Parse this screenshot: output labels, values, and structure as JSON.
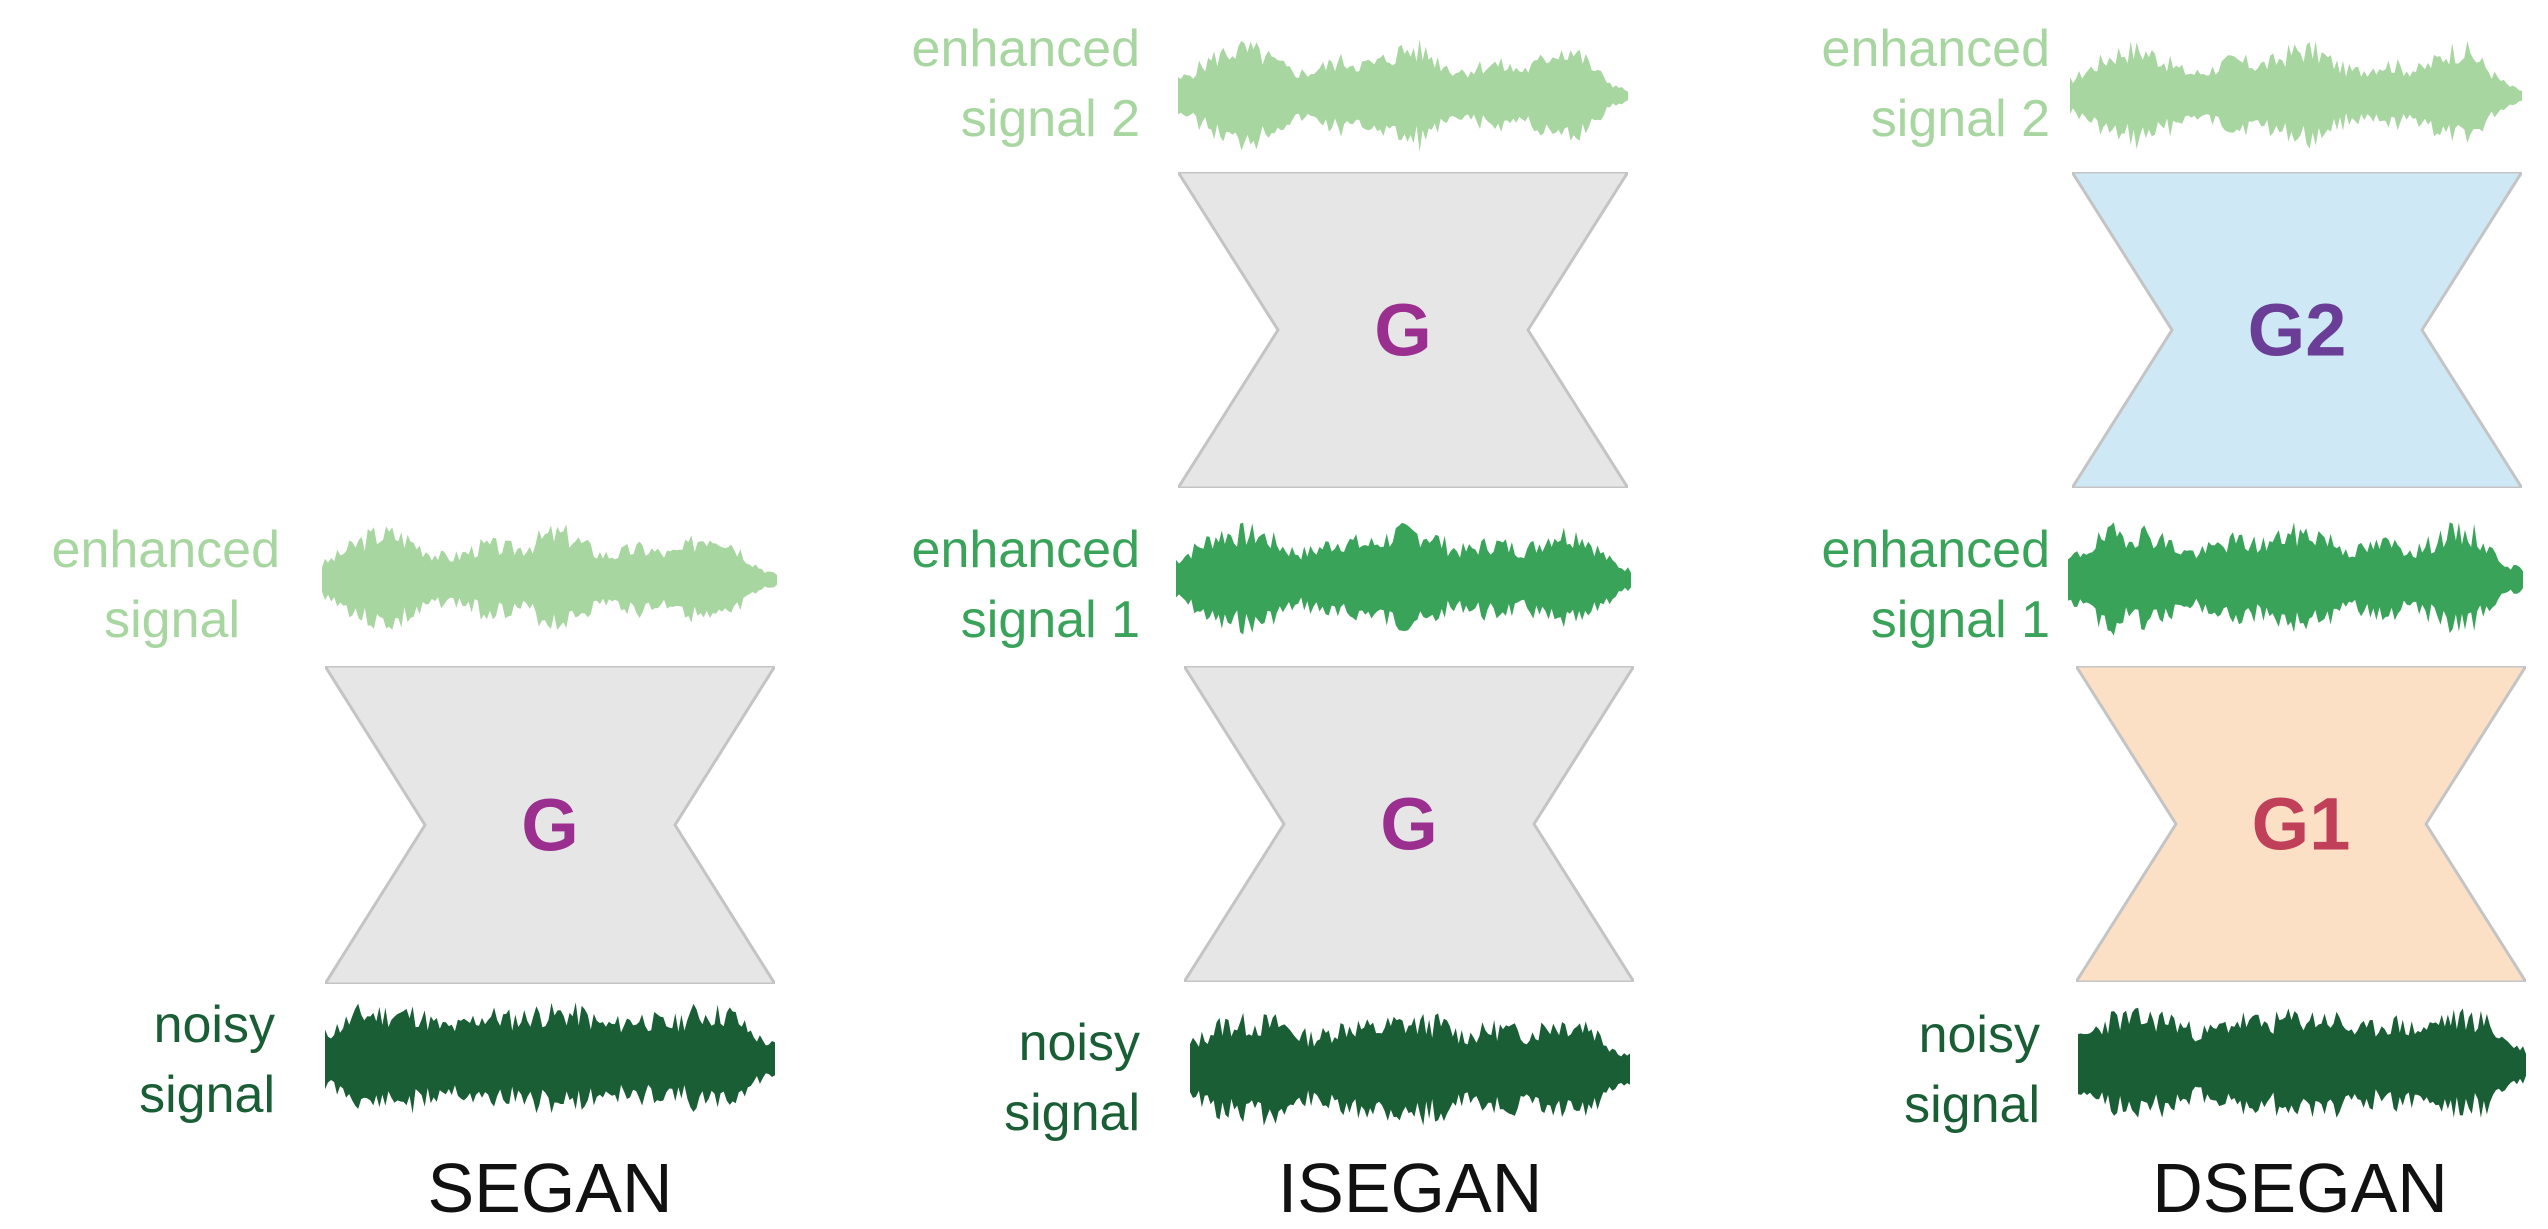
{
  "colors": {
    "noisy": "#1a5e36",
    "enhanced1": "#3aa35a",
    "enhanced_light": "#a8d6a0",
    "gen_gray_fill": "#e6e6e6",
    "gen_gray_stroke": "#c4c4c4",
    "gen_blue_fill": "#cfe8f5",
    "gen_orange_fill": "#fbe0c6",
    "gen_label_purple": "#9b2f8f",
    "gen_label_blue": "#6a3d96",
    "gen_label_red": "#c0405a"
  },
  "panels": {
    "segan": {
      "caption": "SEGAN",
      "gen_label": "G",
      "enhanced": [
        "enhanced",
        "signal"
      ],
      "noisy": [
        "noisy",
        "signal"
      ]
    },
    "isegan": {
      "caption": "ISEGAN",
      "gen_top_label": "G",
      "gen_bottom_label": "G",
      "enhanced2": [
        "enhanced",
        "signal 2"
      ],
      "enhanced1": [
        "enhanced",
        "signal 1"
      ],
      "noisy": [
        "noisy",
        "signal"
      ]
    },
    "dsegan": {
      "caption": "DSEGAN",
      "gen_top_label": "G2",
      "gen_bottom_label": "G1",
      "enhanced2": [
        "enhanced",
        "signal 2"
      ],
      "enhanced1": [
        "enhanced",
        "signal 1"
      ],
      "noisy": [
        "noisy",
        "signal"
      ]
    }
  }
}
